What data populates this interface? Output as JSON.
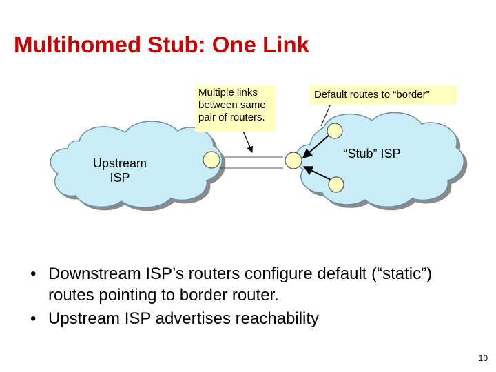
{
  "slide": {
    "title": "Multihomed Stub: One Link",
    "page_number": "10"
  },
  "callouts": {
    "multiple_links": "Multiple links between same pair of routers.",
    "default_routes": "Default routes to “border”"
  },
  "clouds": {
    "upstream": "Upstream ISP",
    "stub": "“Stub” ISP"
  },
  "bullets": [
    "Downstream ISP’s routers configure default (“static”) routes pointing to border router.",
    "Upstream ISP advertises reachability"
  ],
  "colors": {
    "title": "#cc0000",
    "cloud_fill": "#c9ecf7",
    "router_fill": "#ffffc0",
    "callout_fill": "#ffffc0"
  }
}
